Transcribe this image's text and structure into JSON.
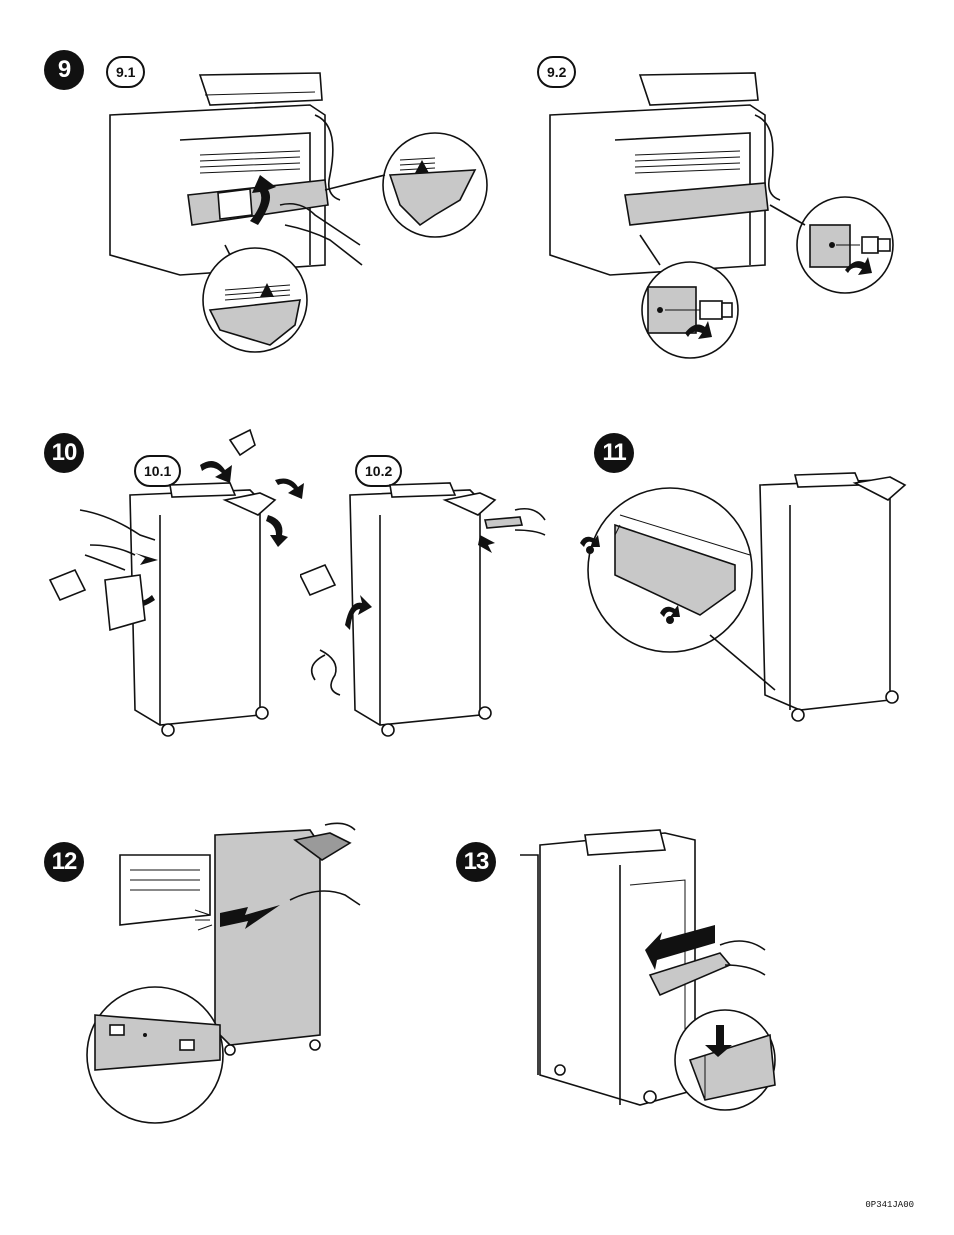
{
  "steps": {
    "s9": {
      "number": "9",
      "sub1": "9.1",
      "sub2": "9.2"
    },
    "s10": {
      "number": "10",
      "sub1": "10.1",
      "sub2": "10.2"
    },
    "s11": {
      "number": "11"
    },
    "s12": {
      "number": "12"
    },
    "s13": {
      "number": "13"
    }
  },
  "footer": {
    "code": "0P341JA00"
  }
}
